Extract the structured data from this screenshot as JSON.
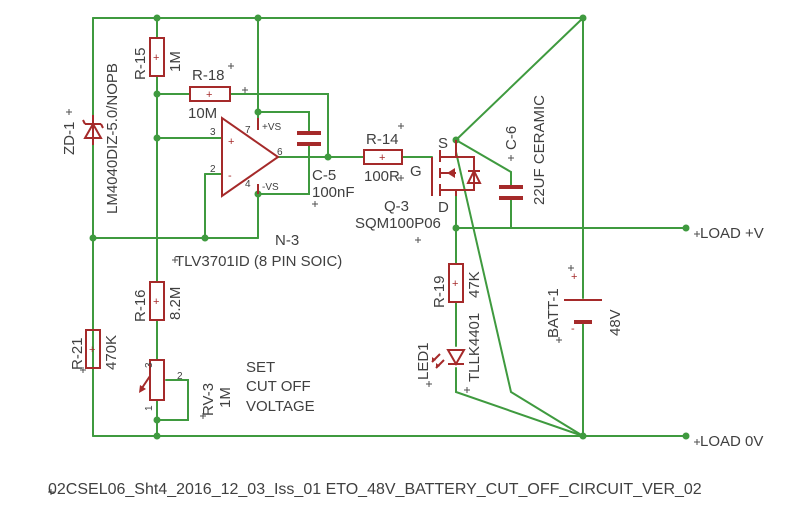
{
  "title": "02CSEL06_Sht4_2016_12_03_Iss_01 ETO_48V_BATTERY_CUT_OFF_CIRCUIT_VER_02",
  "components": {
    "r15": {
      "ref": "R-15",
      "value": "1M"
    },
    "r18": {
      "ref": "R-18",
      "value": "10M"
    },
    "zd1": {
      "ref": "ZD-1",
      "value": "LM4040DIZ-5.0/NOPB"
    },
    "opamp": {
      "ref": "N-3",
      "value": "TLV3701ID (8 PIN SOIC)",
      "pin3": "3",
      "pin2": "2",
      "pin7": "7",
      "pin4": "4",
      "pin6": "6",
      "vs_pos": "+VS",
      "vs_neg": "-VS"
    },
    "c5": {
      "ref": "C-5",
      "value": "100nF"
    },
    "r14": {
      "ref": "R-14",
      "value": "100R"
    },
    "q3": {
      "ref": "Q-3",
      "value": "SQM100P06",
      "pin_s": "S",
      "pin_g": "G",
      "pin_d": "D"
    },
    "c6": {
      "ref": "C-6",
      "value": "22UF CERAMIC"
    },
    "r19": {
      "ref": "R-19",
      "value": "47K"
    },
    "led1": {
      "ref": "LED1",
      "value": "TLLK4401"
    },
    "batt1": {
      "ref": "BATT-1",
      "value": "48V"
    },
    "r16": {
      "ref": "R-16",
      "value": "8.2M"
    },
    "rv3": {
      "ref": "RV-3",
      "value": "1M",
      "pin1": "1",
      "pin2": "2",
      "pin3": "3"
    },
    "r21": {
      "ref": "R-21",
      "value": "470K"
    }
  },
  "notes": {
    "set_line1": "SET",
    "set_line2": "CUT OFF",
    "set_line3": "VOLTAGE"
  },
  "connectors": {
    "load_pos": "LOAD +V",
    "load_gnd": "LOAD 0V"
  },
  "colors": {
    "wire": "#3f9a3f",
    "component": "#a52a2a",
    "text": "#404040"
  }
}
